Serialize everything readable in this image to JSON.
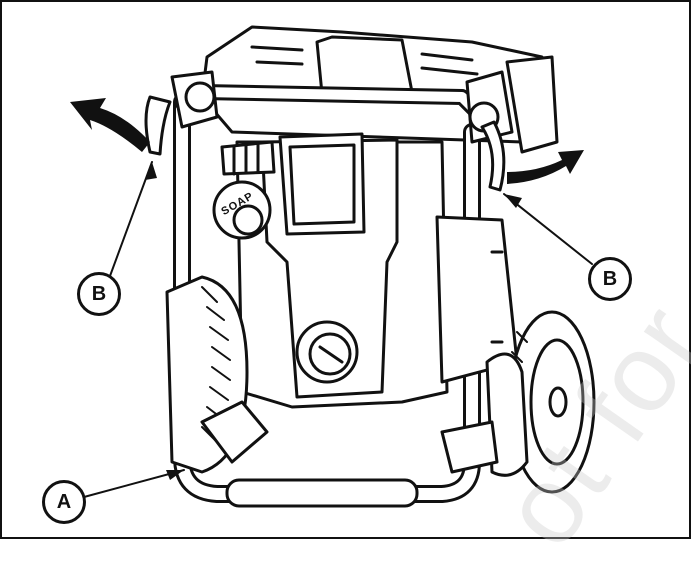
{
  "callouts": {
    "b_left": "B",
    "b_right": "B",
    "a": "A"
  },
  "product_label": {
    "soap": "SOAP"
  },
  "watermark": {
    "text": "ot for"
  },
  "colors": {
    "line": "#111111",
    "body_fill": "#ffffff",
    "watermark": "#c8c8c8"
  }
}
